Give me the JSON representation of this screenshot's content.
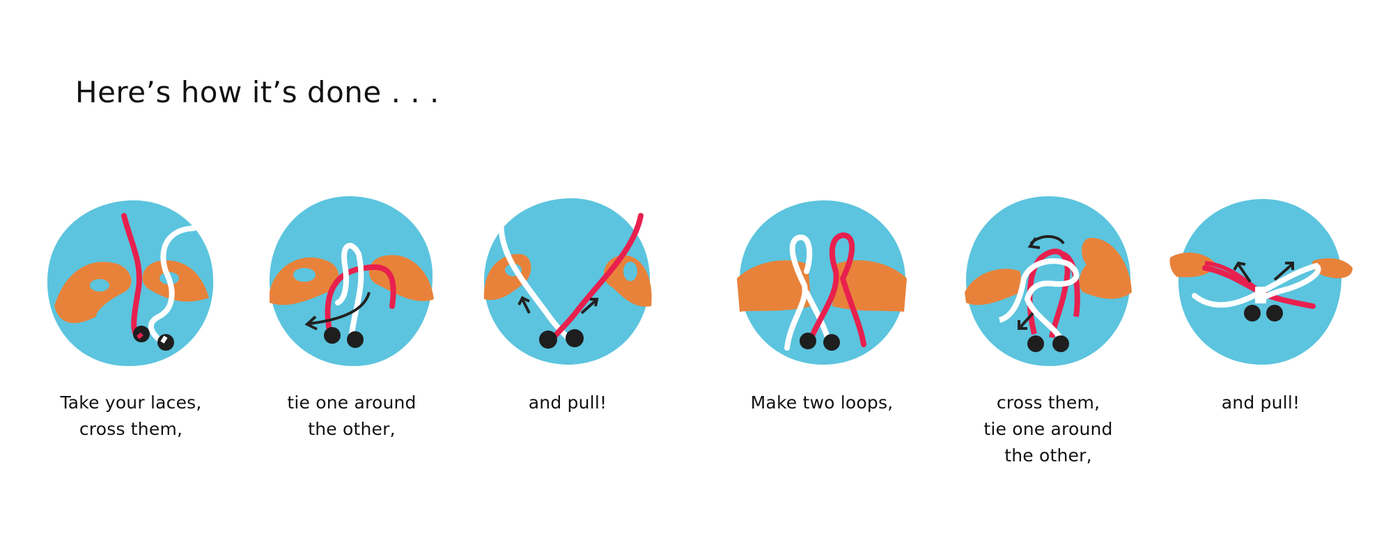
{
  "page": {
    "title": "Here’s how it’s done . . ."
  },
  "colors": {
    "circle_blue": "#5CC4DE",
    "hand_orange": "#E8823A",
    "lace_red": "#E8204E",
    "lace_white": "#FFFFFF",
    "grommet_black": "#1E1E1E",
    "arrow_black": "#222222"
  },
  "steps": [
    {
      "id": 1,
      "illustration": "hands-holding-laces-icon",
      "caption": [
        "Take your laces,",
        "cross them,"
      ]
    },
    {
      "id": 2,
      "illustration": "tie-one-around-icon",
      "caption": [
        "tie one around",
        "the other,"
      ]
    },
    {
      "id": 3,
      "illustration": "pull-laces-icon",
      "caption": [
        "and pull!"
      ]
    },
    {
      "id": 4,
      "illustration": "two-loops-icon",
      "caption": [
        "Make two loops,"
      ]
    },
    {
      "id": 5,
      "illustration": "cross-loops-icon",
      "caption": [
        "cross them,",
        "tie one around",
        "the other,"
      ]
    },
    {
      "id": 6,
      "illustration": "pull-bow-icon",
      "caption": [
        "and pull!"
      ]
    }
  ]
}
